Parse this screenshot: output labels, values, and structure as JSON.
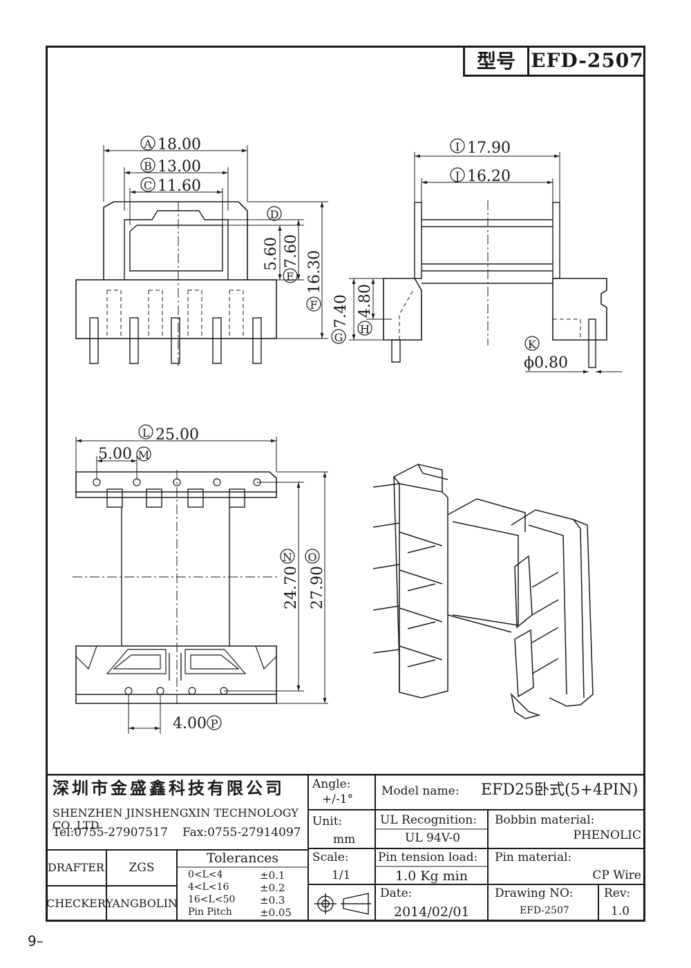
{
  "header": {
    "model_label": "型号",
    "model_value": "EFD-2507"
  },
  "dimensions": {
    "A": "18.00",
    "B": "13.00",
    "C": "11.60",
    "D": "5.60",
    "E": "7.60",
    "F": "16.30",
    "G": "7.40",
    "H": "4.80",
    "I": "17.90",
    "J": "16.20",
    "K": "ϕ0.80",
    "L": "25.00",
    "M": "5.00",
    "N": "24.70",
    "O": "27.90",
    "P": "4.00"
  },
  "dimension_letters": [
    "A",
    "B",
    "C",
    "D",
    "E",
    "F",
    "G",
    "H",
    "I",
    "J",
    "K",
    "L",
    "M",
    "N",
    "O",
    "P"
  ],
  "title_block": {
    "company_cn": "深圳市金盛鑫科技有限公司",
    "company_en": "SHENZHEN JINSHENGXIN TECHNOLOGY CO.,LTD",
    "tel": "Tel:0755-27907517",
    "fax": "Fax:0755-27914097",
    "angle_label": "Angle:",
    "angle_value": "+/-1°",
    "unit_label": "Unit:",
    "unit_value": "mm",
    "scale_label": "Scale:",
    "scale_value": "1/1",
    "model_name_label": "Model name:",
    "model_name_value": "EFD25卧式(5+4PIN)",
    "ul_label": "UL Recognition:",
    "ul_value": "UL 94V-0",
    "bobbin_label": "Bobbin material:",
    "bobbin_value": "PHENOLIC",
    "pin_tension_label": "Pin tension load:",
    "pin_tension_value": "1.0 Kg min",
    "pin_material_label": "Pin material:",
    "pin_material_value": "CP Wire",
    "date_label": "Date:",
    "date_value": "2014/02/01",
    "drawing_no_label": "Drawing NO:",
    "drawing_no_value": "EFD-2507",
    "rev_label": "Rev:",
    "rev_value": "1.0",
    "drafter_label": "DRAFTER",
    "drafter_value": "ZGS",
    "checker_label": "CHECKER",
    "checker_value": "YANGBOLIN",
    "tolerances_title": "Tolerances",
    "tolerances": [
      {
        "range": "0<L<4",
        "value": "±0.1"
      },
      {
        "range": "4<L<16",
        "value": "±0.2"
      },
      {
        "range": "16<L<50",
        "value": "±0.3"
      },
      {
        "range": "Pin Pitch",
        "value": "±0.05"
      }
    ]
  },
  "page_number": "9–"
}
